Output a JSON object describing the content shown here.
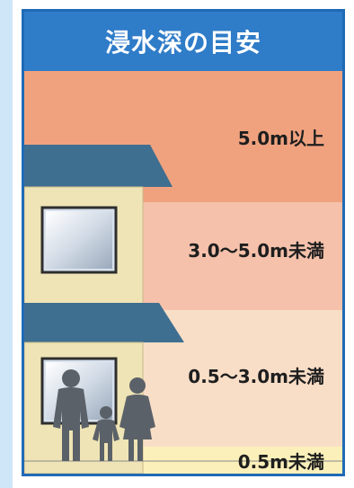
{
  "title": "浸水深の目安",
  "bands": [
    {
      "label": "5.0m以上",
      "color": "#f0a27f"
    },
    {
      "label": "3.0～5.0m未満",
      "color": "#f5c1ab"
    },
    {
      "label": "0.5～3.0m未満",
      "color": "#f9dec7"
    },
    {
      "label": "0.5m未満",
      "color": "#fbf0b9"
    }
  ],
  "colors": {
    "frame": "#1f6ab6",
    "title_bg": "#2f7cc8",
    "roof": "#3f6f90",
    "wall": "#efe4b5",
    "window": "#d8e2ee",
    "people": "#5b6168"
  }
}
